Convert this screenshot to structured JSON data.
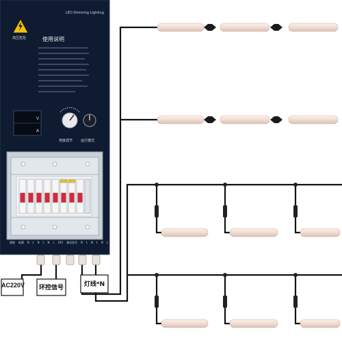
{
  "cabinet": {
    "brand_text": "LED Dimming Lighting",
    "warning_label": "高压危险",
    "heading": "使用说明",
    "dial_left_label": "亮度调节",
    "dial_right_label": "运行模式",
    "terminal_labels": [
      "接地",
      "电源",
      "N",
      "L",
      "N",
      "L",
      "N",
      "L",
      "24V",
      "调光信号",
      "N",
      "L",
      "N",
      "L",
      "N",
      "L"
    ]
  },
  "callouts": {
    "power": "AC220V",
    "signal": "环控信号",
    "lamp_wire": "灯线*N"
  },
  "colors": {
    "cabinet": "#0f1b31",
    "breaker_red": "#d8273a",
    "warning_yellow": "#f2c10f",
    "tube": "#f3e1d8",
    "wire": "#111111"
  }
}
